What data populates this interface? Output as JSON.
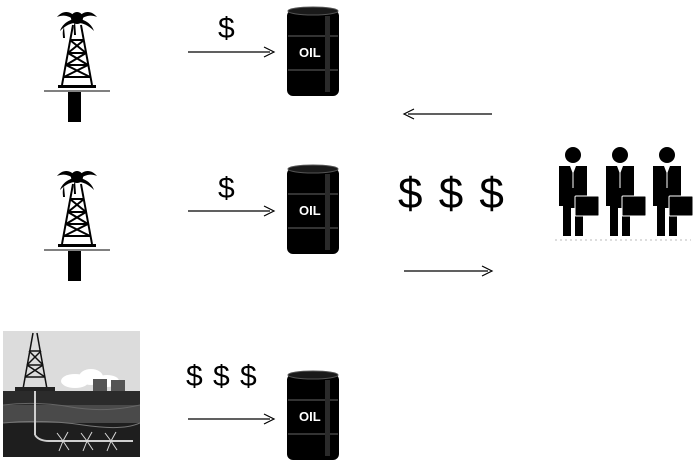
{
  "rows": [
    {
      "price": "$",
      "barrel_label": "OIL"
    },
    {
      "price": "$",
      "barrel_label": "OIL"
    },
    {
      "price": "$ $ $",
      "barrel_label": "OIL"
    }
  ],
  "middle": {
    "price": "$ $ $"
  },
  "colors": {
    "ink": "#000000",
    "sky": "#d9d9d9",
    "ground": "#3a3a3a"
  }
}
